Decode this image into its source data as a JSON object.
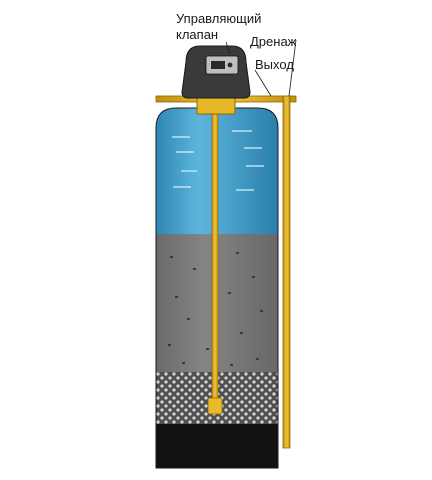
{
  "labels": {
    "control_valve_line1": "Управляющий",
    "control_valve_line2": "клапан",
    "drain": "Дренаж",
    "outlet": "Выход"
  },
  "colors": {
    "water": "#3f9fc8",
    "water_light": "#8fd2ec",
    "media": "#7a7a7a",
    "gravel": "#5d5d5d",
    "base": "#121212",
    "pipe": "#e0b020",
    "valve_body": "#3a3a3a",
    "outline": "#1a1a1a"
  },
  "components": {
    "tank": "filter-tank",
    "valve": "control-valve",
    "riser": "distributor-riser",
    "drain_line": "drain-pipe",
    "outlet_line": "outlet-pipe"
  }
}
